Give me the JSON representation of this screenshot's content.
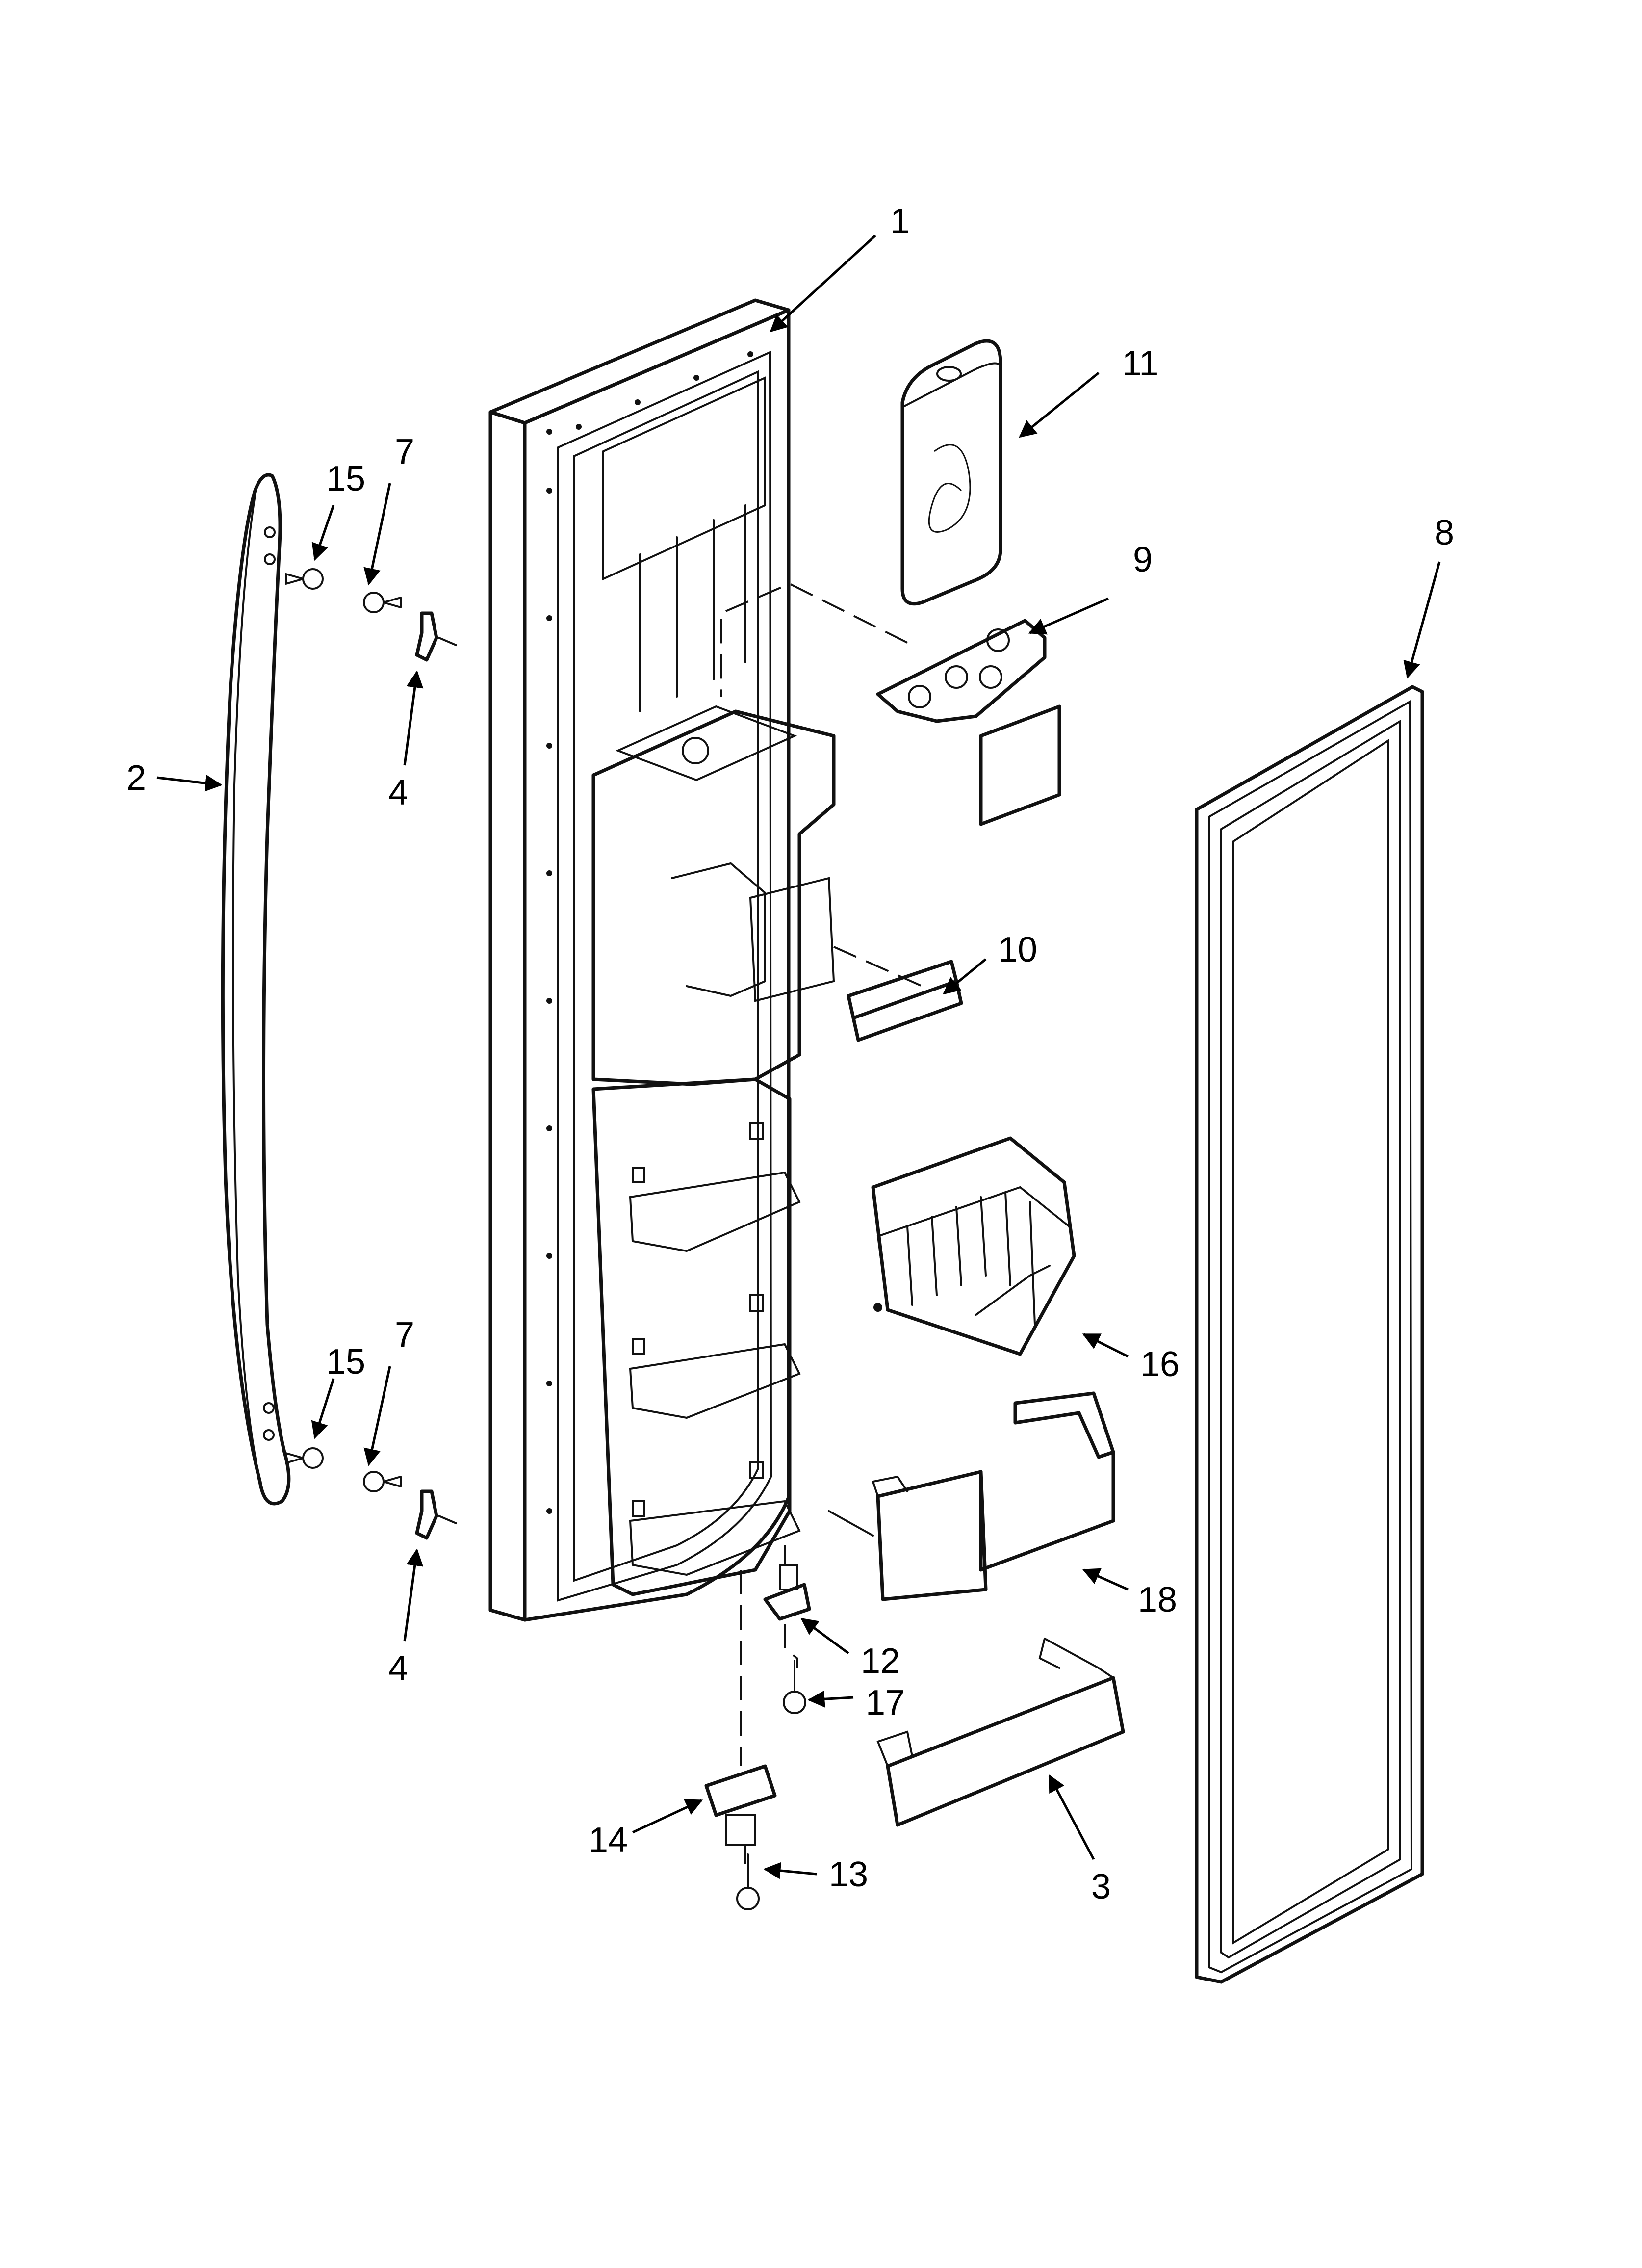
{
  "colors": {
    "line": "#111111",
    "background": "#ffffff"
  },
  "callouts": [
    {
      "id": "c1",
      "label": "1"
    },
    {
      "id": "c2",
      "label": "2"
    },
    {
      "id": "c3",
      "label": "3"
    },
    {
      "id": "c4a",
      "label": "4"
    },
    {
      "id": "c4b",
      "label": "4"
    },
    {
      "id": "c7a",
      "label": "7"
    },
    {
      "id": "c7b",
      "label": "7"
    },
    {
      "id": "c8",
      "label": "8"
    },
    {
      "id": "c9",
      "label": "9"
    },
    {
      "id": "c10",
      "label": "10"
    },
    {
      "id": "c11",
      "label": "11"
    },
    {
      "id": "c12",
      "label": "12"
    },
    {
      "id": "c13",
      "label": "13"
    },
    {
      "id": "c14",
      "label": "14"
    },
    {
      "id": "c15a",
      "label": "15"
    },
    {
      "id": "c15b",
      "label": "15"
    },
    {
      "id": "c16",
      "label": "16"
    },
    {
      "id": "c17",
      "label": "17"
    },
    {
      "id": "c18",
      "label": "18"
    }
  ]
}
